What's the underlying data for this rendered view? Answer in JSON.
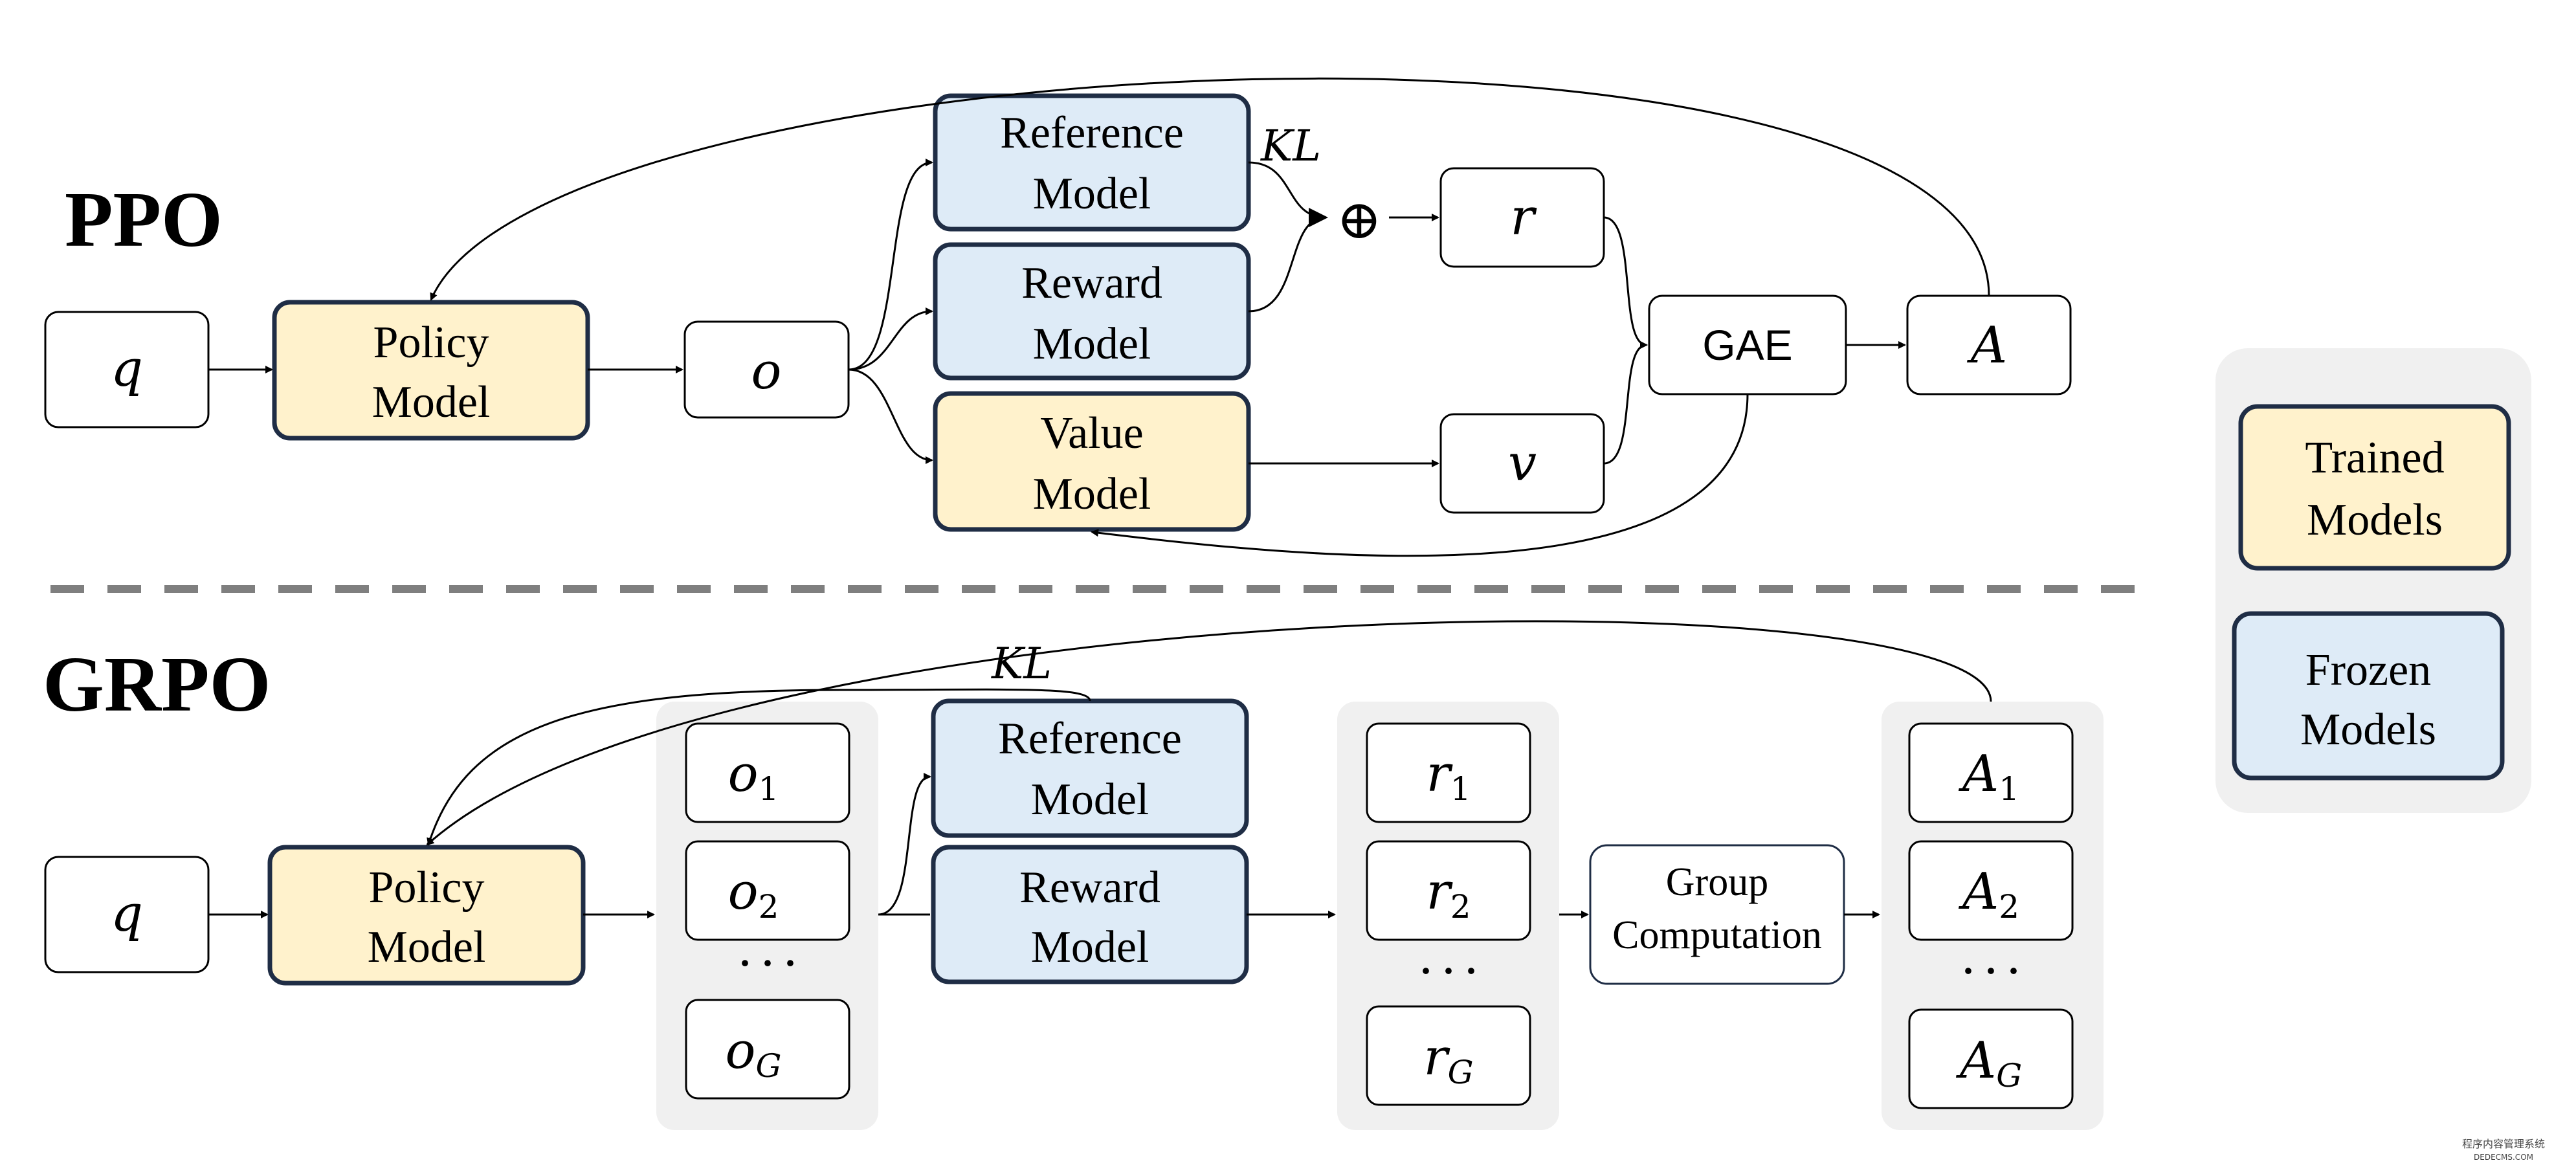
{
  "colors": {
    "trained_fill": "#FFF2CC",
    "frozen_fill": "#DEEBF7",
    "dark_border": "#1F2D45",
    "group_bg": "#F0F0F0",
    "divider": "#7F7F7F"
  },
  "ppo": {
    "title": "PPO",
    "q": "q",
    "policy": [
      "Policy",
      "Model"
    ],
    "o": "o",
    "reference": [
      "Reference",
      "Model"
    ],
    "reward": [
      "Reward",
      "Model"
    ],
    "value": [
      "Value",
      "Model"
    ],
    "kl": "KL",
    "plus": "⊕",
    "r": "r",
    "v": "v",
    "gae": "GAE",
    "a": "A"
  },
  "grpo": {
    "title": "GRPO",
    "q": "q",
    "policy": [
      "Policy",
      "Model"
    ],
    "kl": "KL",
    "o_items": [
      {
        "base": "o",
        "sub": "1"
      },
      {
        "base": "o",
        "sub": "2"
      },
      {
        "base": "o",
        "sub": "G"
      }
    ],
    "reference": [
      "Reference",
      "Model"
    ],
    "reward": [
      "Reward",
      "Model"
    ],
    "r_items": [
      {
        "base": "r",
        "sub": "1"
      },
      {
        "base": "r",
        "sub": "2"
      },
      {
        "base": "r",
        "sub": "G"
      }
    ],
    "group_computation": [
      "Group",
      "Computation"
    ],
    "a_items": [
      {
        "base": "A",
        "sub": "1"
      },
      {
        "base": "A",
        "sub": "2"
      },
      {
        "base": "A",
        "sub": "G"
      }
    ],
    "ellipsis": "· · ·"
  },
  "legend": {
    "trained": [
      "Trained",
      "Models"
    ],
    "frozen": [
      "Frozen",
      "Models"
    ]
  },
  "watermark": [
    "程序内容管理系统",
    "DEDECMS.COM"
  ]
}
